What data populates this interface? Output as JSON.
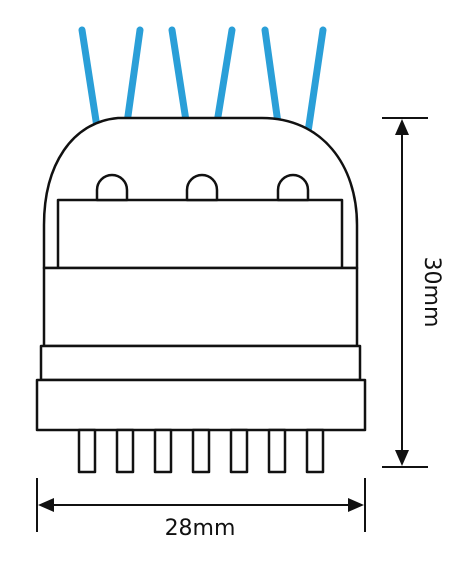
{
  "diagram": {
    "width_label": "28mm",
    "height_label": "30mm"
  },
  "colors": {
    "outline": "#111111",
    "beam": "#2a9fd8",
    "background": "#ffffff"
  },
  "leds": {
    "count": 3
  },
  "pins": {
    "count": 7
  }
}
